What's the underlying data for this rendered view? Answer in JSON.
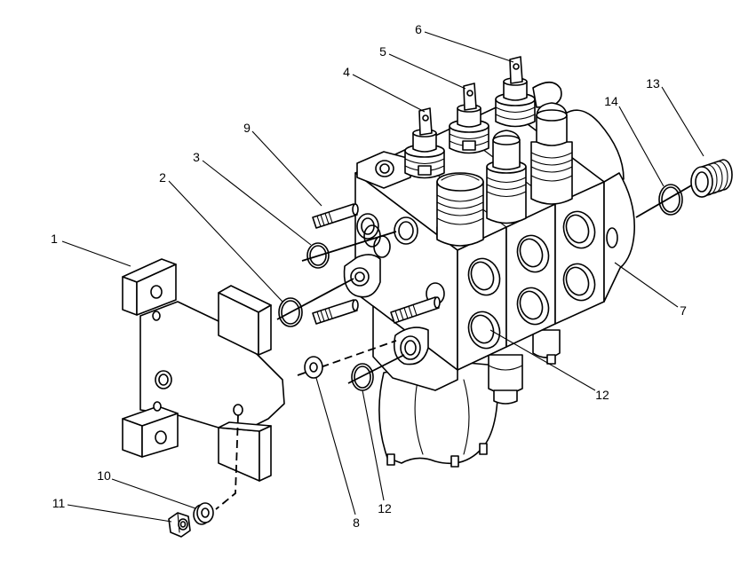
{
  "colors": {
    "line": "#000000",
    "background": "#ffffff"
  },
  "callouts": [
    "1",
    "2",
    "3",
    "4",
    "5",
    "6",
    "7",
    "8",
    "9",
    "10",
    "11",
    "12",
    "12",
    "13",
    "14"
  ]
}
